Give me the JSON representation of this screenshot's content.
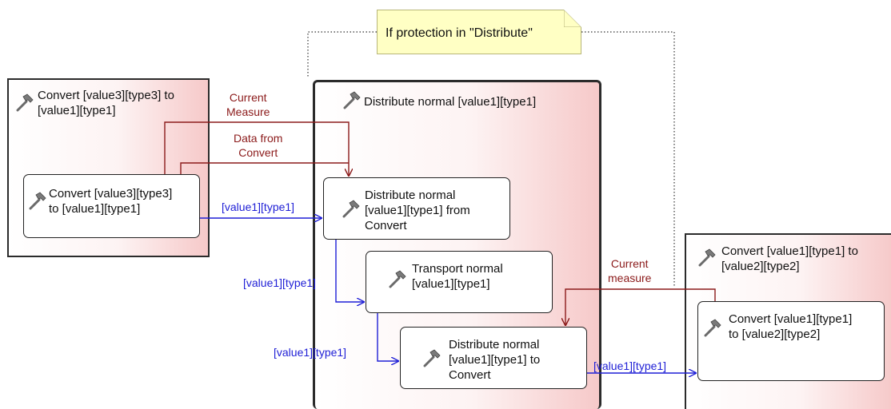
{
  "note": {
    "text": "If protection in \"Distribute\""
  },
  "groups": {
    "convert_v3_v1": {
      "title": "Convert [value3][type3] to\n[value1][type1]"
    },
    "distribute": {
      "title": "Distribute normal [value1][type1]"
    },
    "convert_v1_v2": {
      "title": "Convert [value1][type1] to\n[value2][type2]"
    }
  },
  "nodes": {
    "convert_v3_v1": {
      "title": "Convert [value3][type3]\nto [value1][type1]"
    },
    "distribute_from_convert": {
      "title": "Distribute normal\n[value1][type1] from\nConvert"
    },
    "transport_normal": {
      "title": "Transport normal\n[value1][type1]"
    },
    "distribute_to_convert": {
      "title": "Distribute normal\n[value1][type1] to\nConvert"
    },
    "convert_v1_v2": {
      "title": "Convert [value1][type1]\nto [value2][type2]"
    }
  },
  "labels": {
    "current_measure_1": "Current\nMeasure",
    "data_from_convert": "Data from\nConvert",
    "current_measure_2": "Current\nmeasure",
    "flow_1": "[value1][type1]",
    "flow_2": "[value1][type1]",
    "flow_3": "[value1][type1]",
    "flow_4": "[value1][type1]"
  },
  "icons": [
    "hammer-icon"
  ],
  "colors": {
    "data_flow": "#1f1fd6",
    "control_flow": "#8b1a1a",
    "note_fill": "#ffffc4",
    "group_gradient_end": "#f6c9c9"
  }
}
